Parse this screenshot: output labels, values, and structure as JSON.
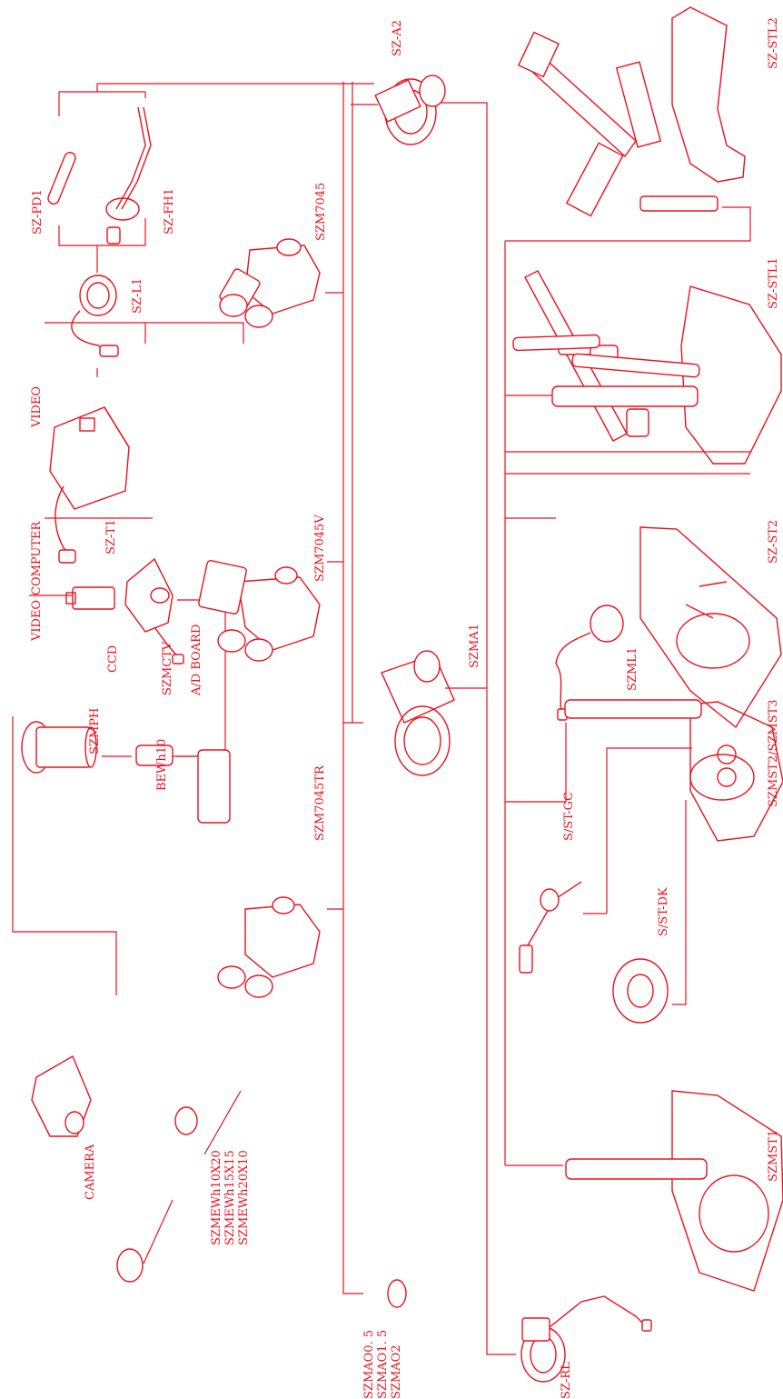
{
  "diagram": {
    "title": "",
    "accent_color": "#e8121e",
    "labels": {
      "sz_a2": "SZ-A2",
      "sz_stl2": "SZ-STL2",
      "sz_pd1": "SZ-PD1",
      "sz_fh1": "SZ-FH1",
      "szm7045": "SZM7045",
      "sz_l1": "SZ-L1",
      "sz_stl1": "SZ-STL1",
      "sz_t1": "SZ-T1",
      "video_top": "VIDEO",
      "szm7045v": "SZM7045V",
      "sz_st2": "SZ-ST2",
      "computer": "COMPUTER",
      "ad_board": "A/D BOARD",
      "szma1": "SZMA1",
      "szml1": "SZML1",
      "szmst2_szmst3": "SZMST2/SZMST3",
      "video_bottom": "VIDEO",
      "ccd": "CCD",
      "szmctv": "SZMCTV",
      "s_st_gc": "S/ST-GC",
      "szmph": "SZMPH",
      "bewh10": "BEWh10",
      "szm7045tr": "SZM7045TR",
      "s_st_dk": "S/ST-DK",
      "camera": "CAMERA",
      "eyepieces": [
        "SZMEWh10X20",
        "SZMEWh15X15",
        "SZMEWh20X10"
      ],
      "szmst1": "SZMST1",
      "aux_lenses": [
        "SZMAO0. 5",
        "SZMAO1. 5",
        "SZMAO2"
      ],
      "sz_rl": "SZ-RL"
    }
  }
}
